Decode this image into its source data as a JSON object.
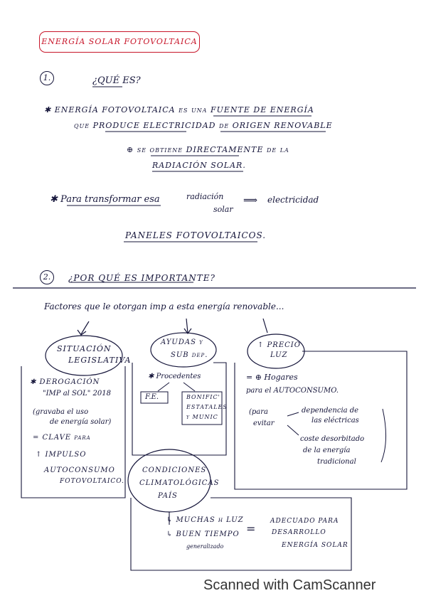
{
  "title": "ENERGÍA SOLAR FOTOVOLTAICA",
  "section1": {
    "number": "1.",
    "heading": "¿QUÉ ES?",
    "bullet1_a": "✱ ENERGÍA FOTOVOLTAICA es una FUENTE DE ENERGÍA",
    "bullet1_b": "que PRODUCE ELECTRICIDAD de ORIGEN RENOVABLE",
    "bullet1_c": "⊕ se obtiene DIRECTAMENTE de la",
    "bullet1_d": "RADIACIÓN SOLAR.",
    "bullet2_a": "✱ Para transformar esa",
    "bullet2_rad": "radiación",
    "bullet2_solar": "solar",
    "bullet2_arrow": "⟹",
    "bullet2_elec": "electricidad",
    "bullet2_panels": "PANELES FOTOVOLTAICOS."
  },
  "section2": {
    "number": "2.",
    "heading": "¿POR QUÉ ES IMPORTANTE?",
    "intro": "Factores que le otorgan imp a esta energía renovable...",
    "box1": {
      "title_a": "SITUACIÓN",
      "title_b": "LEGISLATIVA",
      "l1": "✱ DEROGACIÓN",
      "l2": "\"IMP al SOL\" 2018",
      "l3": "(gravaba el uso",
      "l4": "de energía solar)",
      "l5": "= CLAVE para",
      "l6": "↑ IMPULSO",
      "l7": "AUTOCONSUMO",
      "l8": "FOTOVOLTAICO."
    },
    "box2": {
      "title_a": "AYUDAS y",
      "title_b": "SUB dep.",
      "l1": "✱ Procedentes",
      "l2": "F.E.",
      "l3": "BONIFIC'",
      "l4": "ESTATALES",
      "l5": "y MUNIC"
    },
    "box3": {
      "title_a": "↑ PRECIO",
      "title_b": "LUZ",
      "l1": "= ⊕ Hogares",
      "l2": "para el AUTOCONSUMO.",
      "l3": "(para",
      "l4": "evitar",
      "l5": "dependencia de",
      "l6": "las eléctricas",
      "l7": "coste desorbitado",
      "l8": "de la energía",
      "l9": "tradicional"
    },
    "box4": {
      "title_a": "CONDICIONES",
      "title_b": "CLIMATOLÓGICAS",
      "title_c": "PAÍS",
      "l1": "↳ MUCHAS h LUZ",
      "l2": "↳ BUEN TIEMPO",
      "l3": "generalizado",
      "eq": "=",
      "r1": "ADECUADO PARA",
      "r2": "DESARROLLO",
      "r3": "ENERGÍA SOLAR"
    }
  },
  "watermark": "Scanned with CamScanner"
}
